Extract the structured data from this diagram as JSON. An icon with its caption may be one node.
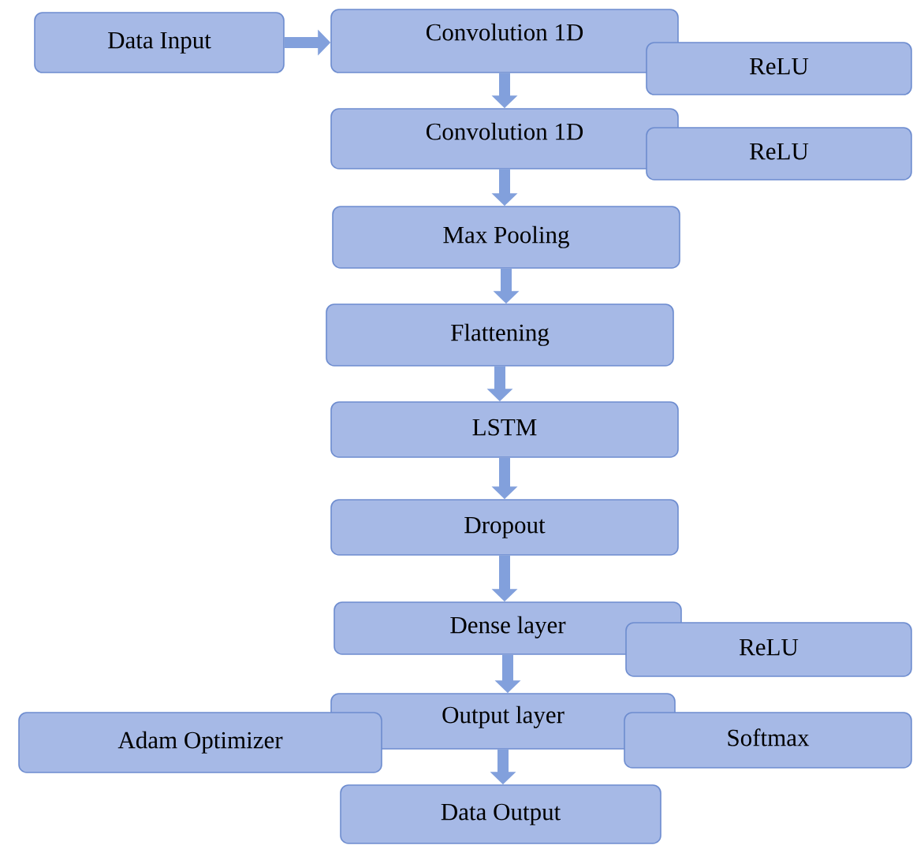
{
  "diagram": {
    "nodes": [
      {
        "text": [
          "Data Input"
        ]
      },
      {
        "text": [
          "Convolution 1D"
        ]
      },
      {
        "text": [
          "ReLU"
        ]
      },
      {
        "text": [
          "Convolution 1D"
        ]
      },
      {
        "text": [
          "ReLU"
        ]
      },
      {
        "text": [
          "Max Pooling"
        ]
      },
      {
        "text": [
          "Flattening"
        ]
      },
      {
        "text": [
          "LSTM"
        ]
      },
      {
        "text": [
          "Dropout"
        ]
      },
      {
        "text": [
          "Dense layer"
        ]
      },
      {
        "text": [
          "ReLU"
        ]
      },
      {
        "text": [
          "Output layer"
        ]
      },
      {
        "text": [
          "Adam Optimizer"
        ]
      },
      {
        "text": [
          "Softmax"
        ]
      },
      {
        "text": [
          "Data Output"
        ]
      }
    ],
    "edges": [
      {
        "from": 0,
        "to": 1,
        "arrow": "to"
      },
      {
        "from": 1,
        "to": 3,
        "arrow": "to"
      },
      {
        "from": 3,
        "to": 5,
        "arrow": "to"
      },
      {
        "from": 5,
        "to": 6,
        "arrow": "to"
      },
      {
        "from": 6,
        "to": 7,
        "arrow": "to"
      },
      {
        "from": 7,
        "to": 8,
        "arrow": "to"
      },
      {
        "from": 8,
        "to": 9,
        "arrow": "to"
      },
      {
        "from": 9,
        "to": 11,
        "arrow": "to"
      },
      {
        "from": 11,
        "to": 14,
        "arrow": "to"
      }
    ]
  }
}
